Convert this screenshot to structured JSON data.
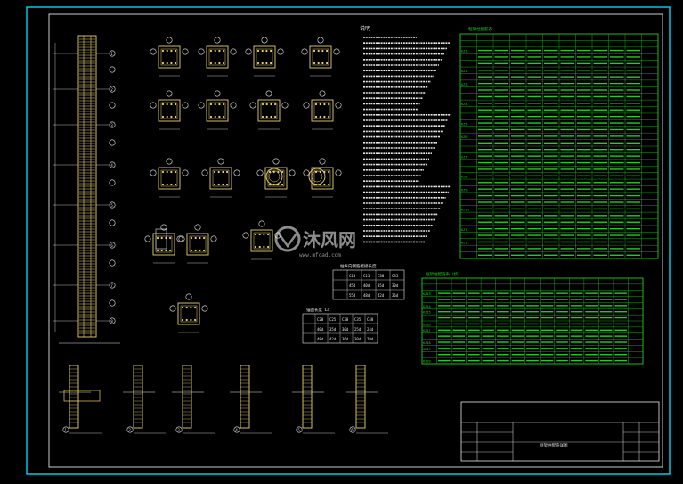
{
  "colors": {
    "background": "#000000",
    "frame_outer": "#00c8e6",
    "frame_inner": "#ffffff",
    "detail_yellow": "#e8d070",
    "table_green": "#22cc22",
    "callout_circle": "#e8e8e8",
    "text_white": "#e6e6e6",
    "watermark": "#ffffff"
  },
  "drawing": {
    "notes_heading": "说明",
    "watermark_text": "沐风网",
    "watermark_url": "www.mfcad.com",
    "title_block_text": "框架柱配筋详图",
    "detail_callouts": [
      "1",
      "2",
      "3",
      "4",
      "5",
      "6"
    ],
    "column_labels": [
      "A",
      "B",
      "C",
      "D",
      "E",
      "F",
      "G",
      "H"
    ]
  },
  "legend_table_1": {
    "title": "柱纵向钢筋搭接长度",
    "rows": [
      [
        "C20",
        "C25",
        "C30",
        "C35"
      ],
      [
        "45d",
        "40d",
        "35d",
        "30d"
      ],
      [
        "55d",
        "48d",
        "42d",
        "36d"
      ]
    ]
  },
  "legend_table_2": {
    "title": "锚固长度 La",
    "rows": [
      [
        "C20",
        "C25",
        "C30",
        "C35",
        "C40"
      ],
      [
        "40d",
        "35d",
        "30d",
        "25d",
        "24d"
      ],
      [
        "48d",
        "42d",
        "36d",
        "30d",
        "29d"
      ]
    ]
  },
  "right_table_top": {
    "title": "框架柱配筋表",
    "row_labels": [
      "KZ1",
      "KZ2",
      "KZ3",
      "KZ4",
      "KZ5",
      "KZ6",
      "KZ7",
      "KZ8",
      "KZ9",
      "KZ10",
      "KZ11",
      "KZ12"
    ]
  },
  "right_table_bottom": {
    "title": "框架柱配筋表（续）",
    "row_labels": [
      "KZ13",
      "KZ14",
      "KZ15",
      "KZ16",
      "KZ17",
      "KZ18",
      "KZ19",
      "KZ20"
    ]
  }
}
